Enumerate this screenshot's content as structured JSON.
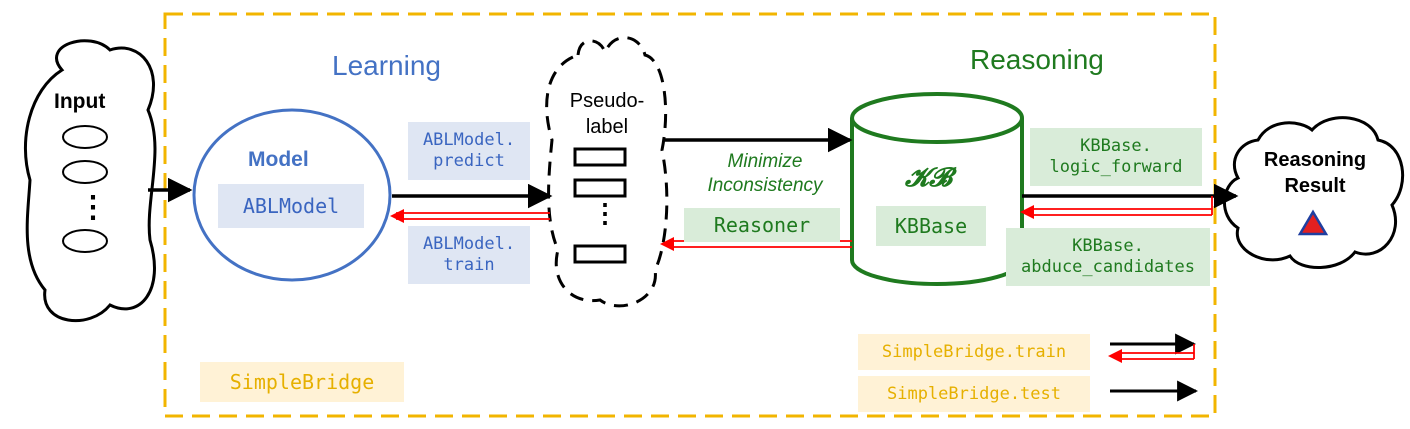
{
  "colors": {
    "frame": "#f2b500",
    "blue": "#3a65c0",
    "green": "#1f7a1f",
    "red": "#ff0000",
    "black": "#000000",
    "blue_fill": "#dfe6f3",
    "green_fill": "#d9ecd9",
    "yellow_fill": "#fff2d6"
  },
  "input": {
    "title": "Input",
    "dots": "⋮"
  },
  "learning": {
    "title": "Learning",
    "model_title": "Model",
    "model_class": "ABLModel",
    "predict_line1": "ABLModel.",
    "predict_line2": "predict",
    "train_line1": "ABLModel.",
    "train_line2": "train"
  },
  "pseudo": {
    "line1": "Pseudo-",
    "line2": "label",
    "dots": "⋮"
  },
  "middle": {
    "minimize_line1": "Minimize",
    "minimize_line2": "Inconsistency",
    "reasoner": "Reasoner"
  },
  "reasoning": {
    "title": "Reasoning",
    "kb_symbol": "𝓚𝓑",
    "kb_class": "KBBase",
    "logic_line1": "KBBase.",
    "logic_line2": "logic_forward",
    "abduce_line1": "KBBase.",
    "abduce_line2": "abduce_candidates"
  },
  "result": {
    "line1": "Reasoning",
    "line2": "Result"
  },
  "legend": {
    "bridge": "SimpleBridge",
    "train": "SimpleBridge.train",
    "test": "SimpleBridge.test"
  }
}
